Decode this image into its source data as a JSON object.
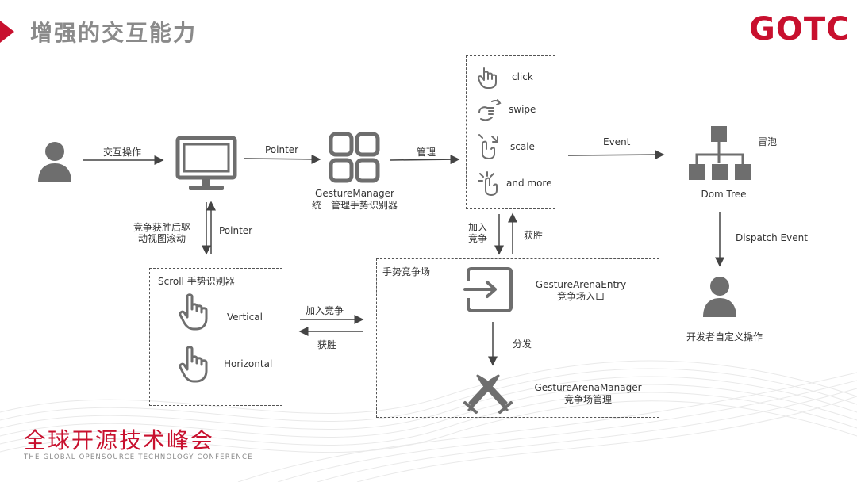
{
  "header": {
    "title": "增强的交互能力",
    "logo": "GOTC"
  },
  "footer": {
    "conference_cn": "全球开源技术峰会",
    "conference_en": "THE GLOBAL OPENSOURCE TECHNOLOGY CONFERENCE"
  },
  "diagram": {
    "arrow_user_to_screen": "交互操作",
    "arrow_screen_to_manager": "Pointer",
    "gesture_manager_title": "GestureManager",
    "gesture_manager_subtitle": "统一管理手势识别器",
    "arrow_manager_to_gestures": "管理",
    "gestures": {
      "click": "click",
      "swipe": "swipe",
      "scale": "scale",
      "more": "and more"
    },
    "arrow_event": "Event",
    "dom_tree": "Dom Tree",
    "bubble": "冒泡",
    "dispatch_event": "Dispatch Event",
    "developer_op": "开发者自定义操作",
    "arrow_scroll_drive_line1": "竞争获胜后驱",
    "arrow_scroll_drive_line2": "动视图滚动",
    "arrow_screen_scroll_pointer": "Pointer",
    "scroll_box_title": "Scroll 手势识别器",
    "scroll_vertical": "Vertical",
    "scroll_horizontal": "Horizontal",
    "join_competition": "加入竞争",
    "win": "获胜",
    "join_line1": "加入",
    "join_line2": "竞争",
    "win_up": "获胜",
    "arena_box_title": "手势竞争场",
    "arena_entry_title": "GestureArenaEntry",
    "arena_entry_subtitle": "竞争场入口",
    "distribute": "分发",
    "arena_manager_title": "GestureArenaManager",
    "arena_manager_subtitle": "竞争场管理"
  },
  "colors": {
    "brand_red": "#c8102e",
    "title_gray": "#8a8a8a",
    "icon_gray": "#6e6e6e",
    "line": "#444444"
  }
}
